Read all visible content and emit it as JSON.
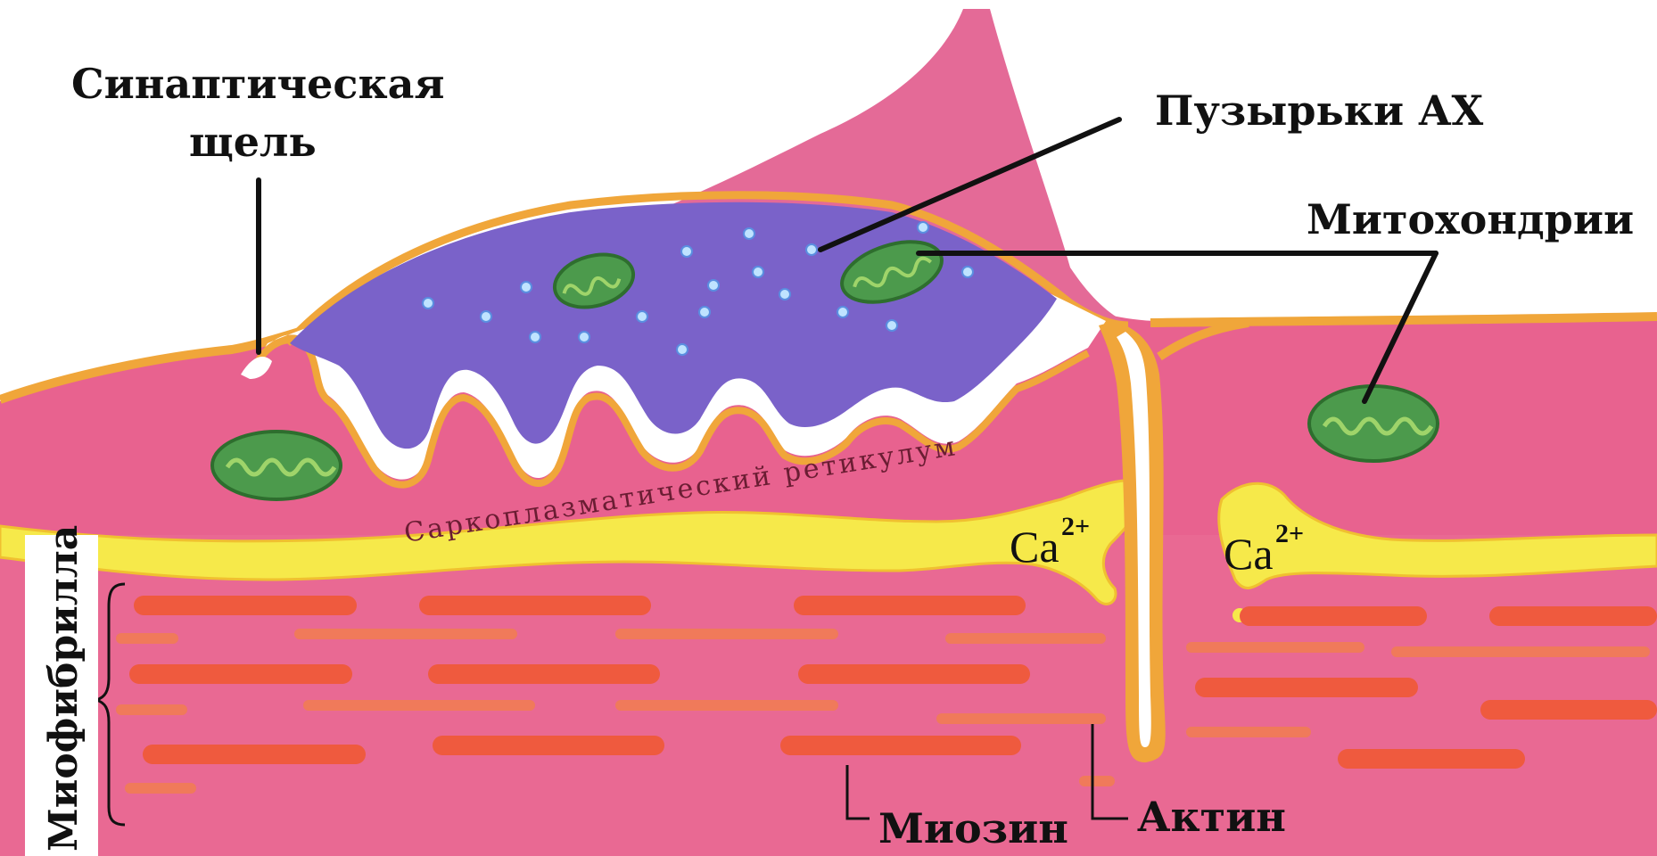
{
  "labels": {
    "synaptic_cleft_line1": "Синаптическая",
    "synaptic_cleft_line2": "щель",
    "ach_vesicles": "Пузырьки АХ",
    "mitochondria": "Митохондрии",
    "sarcoplasmic_reticulum": "Саркоплазматический ретикулум",
    "ca_left": "Ca",
    "ca_left_sup": "2+",
    "ca_right": "Ca",
    "ca_right_sup": "2+",
    "myofibril": "Миофибрилла",
    "myosin": "Миозин",
    "actin": "Актин"
  },
  "colors": {
    "muscle": "#e8628f",
    "muscle_light": "#f1a3bc",
    "membrane": "#f0a63a",
    "sarcoplasmic_reticulum": "#f6e94a",
    "terminal": "#7a62c9",
    "vesicle": "#bfe3ff",
    "mitochondrion": "#4c9a4c",
    "myofilament": "#ef5a3e",
    "cleft": "#ffffff"
  }
}
